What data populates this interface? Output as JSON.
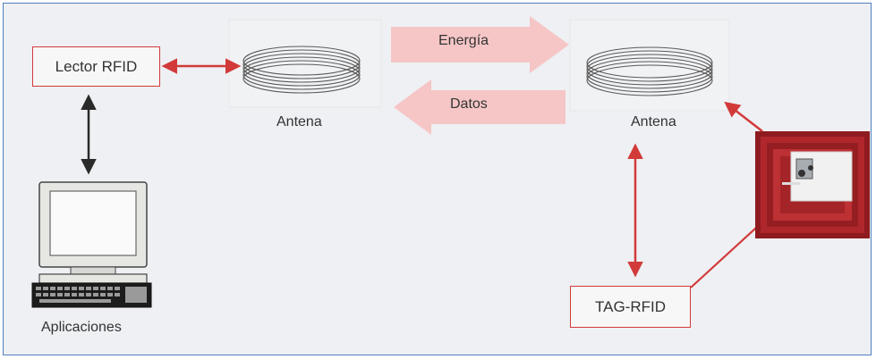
{
  "diagram": {
    "reader_label": "Lector RFID",
    "antenna_left_label": "Antena",
    "antenna_right_label": "Antena",
    "energy_label": "Energía",
    "data_label": "Datos",
    "applications_label": "Aplicaciones",
    "tag_label": "TAG-RFID"
  },
  "colors": {
    "frame_border": "#4f7fc0",
    "background": "#eef0f3",
    "accent_red": "#d23a3a",
    "flow_arrow": "#f6c6c6",
    "bidirectional_arrow": "#2a2a2a"
  }
}
